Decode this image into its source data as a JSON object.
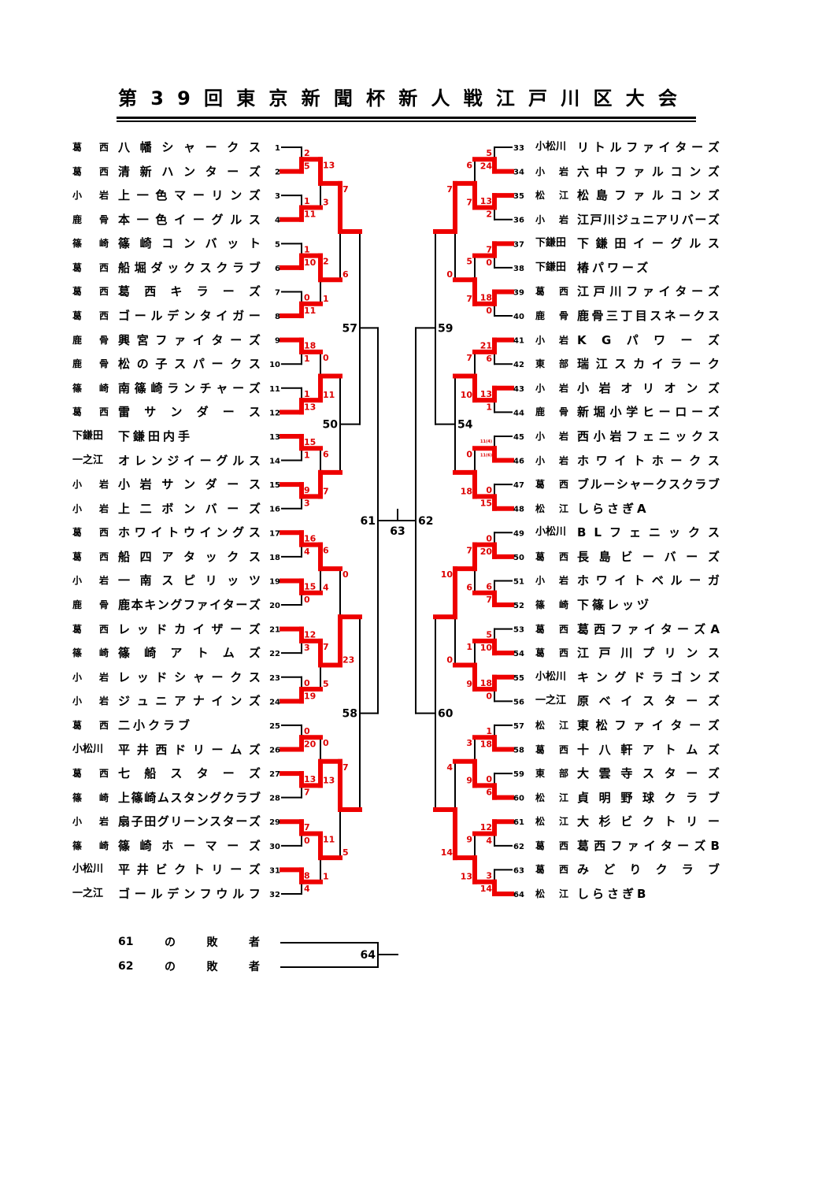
{
  "title": "第39回東京新聞杯新人戦江戸川区大会",
  "colors": {
    "win": "#ee0000",
    "line": "#000000",
    "score": "#dd0000"
  },
  "left": {
    "teams": [
      {
        "no": "1",
        "region": "葛西",
        "name": "八幡シャークス"
      },
      {
        "no": "2",
        "region": "葛西",
        "name": "清新ハンターズ"
      },
      {
        "no": "3",
        "region": "小岩",
        "name": "上一色マーリンズ"
      },
      {
        "no": "4",
        "region": "鹿骨",
        "name": "本一色イーグルス"
      },
      {
        "no": "5",
        "region": "篠崎",
        "name": "篠崎コンバット"
      },
      {
        "no": "6",
        "region": "葛西",
        "name": "船堀ダックスクラブ"
      },
      {
        "no": "7",
        "region": "葛西",
        "name": "葛西キラーズ"
      },
      {
        "no": "8",
        "region": "葛西",
        "name": "ゴールデンタイガー"
      },
      {
        "no": "9",
        "region": "鹿骨",
        "name": "興宮ファイターズ"
      },
      {
        "no": "10",
        "region": "鹿骨",
        "name": "松の子スパークス"
      },
      {
        "no": "11",
        "region": "篠崎",
        "name": "南篠崎ランチャーズ"
      },
      {
        "no": "12",
        "region": "葛西",
        "name": "雷サンダース"
      },
      {
        "no": "13",
        "region": "下鎌田",
        "name": "下鎌田内手"
      },
      {
        "no": "14",
        "region": "一之江",
        "name": "オレンジイーグルス"
      },
      {
        "no": "15",
        "region": "小岩",
        "name": "小岩サンダース"
      },
      {
        "no": "16",
        "region": "小岩",
        "name": "上二ボンバーズ"
      },
      {
        "no": "17",
        "region": "葛西",
        "name": "ホワイトウイングス"
      },
      {
        "no": "18",
        "region": "葛西",
        "name": "船四アタックス"
      },
      {
        "no": "19",
        "region": "小岩",
        "name": "一南スピリッツ"
      },
      {
        "no": "20",
        "region": "鹿骨",
        "name": "鹿本キングファイターズ"
      },
      {
        "no": "21",
        "region": "葛西",
        "name": "レッドカイザーズ"
      },
      {
        "no": "22",
        "region": "篠崎",
        "name": "篠崎アトムズ"
      },
      {
        "no": "23",
        "region": "小岩",
        "name": "レッドシャークス"
      },
      {
        "no": "24",
        "region": "小岩",
        "name": "ジュニアナインズ"
      },
      {
        "no": "25",
        "region": "葛西",
        "name": "二小クラブ"
      },
      {
        "no": "26",
        "region": "小松川",
        "name": "平井西ドリームズ"
      },
      {
        "no": "27",
        "region": "葛西",
        "name": "七船スターズ"
      },
      {
        "no": "28",
        "region": "篠崎",
        "name": "上篠崎ムスタングクラブ"
      },
      {
        "no": "29",
        "region": "小岩",
        "name": "扇子田グリーンスターズ"
      },
      {
        "no": "30",
        "region": "篠崎",
        "name": "篠崎ホーマーズ"
      },
      {
        "no": "31",
        "region": "小松川",
        "name": "平井ビクトリーズ"
      },
      {
        "no": "32",
        "region": "一之江",
        "name": "ゴールデンフウルフ"
      }
    ],
    "rounds": [
      [
        {
          "s": [
            "2",
            "5"
          ],
          "w": 1
        },
        {
          "s": [
            "1",
            "11"
          ],
          "w": 1
        },
        {
          "s": [
            "1",
            "10"
          ],
          "w": 1
        },
        {
          "s": [
            "0",
            "11"
          ],
          "w": 1
        },
        {
          "s": [
            "18",
            "1"
          ],
          "w": 0
        },
        {
          "s": [
            "1",
            "13"
          ],
          "w": 1
        },
        {
          "s": [
            "15",
            "1"
          ],
          "w": 0
        },
        {
          "s": [
            "9",
            "3"
          ],
          "w": 0
        },
        {
          "s": [
            "16",
            "4"
          ],
          "w": 0
        },
        {
          "s": [
            "15",
            "0"
          ],
          "w": 0
        },
        {
          "s": [
            "12",
            "3"
          ],
          "w": 0
        },
        {
          "s": [
            "0",
            "19"
          ],
          "w": 1
        },
        {
          "s": [
            "0",
            "20"
          ],
          "w": 1
        },
        {
          "s": [
            "13",
            "7"
          ],
          "w": 0
        },
        {
          "s": [
            "7",
            "0"
          ],
          "w": 0
        },
        {
          "s": [
            "8",
            "4"
          ],
          "w": 0
        }
      ],
      [
        {
          "s": [
            "13",
            "3"
          ],
          "w": 0
        },
        {
          "s": [
            "2",
            "1"
          ],
          "w": 0
        },
        {
          "s": [
            "0",
            "11"
          ],
          "w": 1
        },
        {
          "s": [
            "6",
            "7"
          ],
          "w": 1
        },
        {
          "s": [
            "6",
            "4"
          ],
          "w": 0
        },
        {
          "s": [
            "7",
            "5"
          ],
          "w": 0
        },
        {
          "s": [
            "0",
            "13"
          ],
          "w": 1
        },
        {
          "s": [
            "11",
            "1"
          ],
          "w": 0
        }
      ],
      [
        {
          "s": [
            "7",
            "6"
          ],
          "w": 0
        },
        {
          "label": "50",
          "w": null
        },
        {
          "s": [
            "0",
            "23"
          ],
          "w": 1
        },
        {
          "s": [
            "7",
            "5"
          ],
          "w": 0
        }
      ],
      [
        {
          "label": "57",
          "w": null
        },
        {
          "label": "58",
          "w": null
        }
      ],
      [
        {
          "label": "61",
          "w": null
        }
      ]
    ]
  },
  "right": {
    "teams": [
      {
        "no": "33",
        "region": "小松川",
        "name": "リトルファイターズ"
      },
      {
        "no": "34",
        "region": "小岩",
        "name": "六中ファルコンズ"
      },
      {
        "no": "35",
        "region": "松江",
        "name": "松島ファルコンズ"
      },
      {
        "no": "36",
        "region": "小岩",
        "name": "江戸川ジュニアリバーズ"
      },
      {
        "no": "37",
        "region": "下鎌田",
        "name": "下鎌田イーグルス"
      },
      {
        "no": "38",
        "region": "下鎌田",
        "name": "椿パワーズ"
      },
      {
        "no": "39",
        "region": "葛西",
        "name": "江戸川ファイターズ"
      },
      {
        "no": "40",
        "region": "鹿骨",
        "name": "鹿骨三丁目スネークス"
      },
      {
        "no": "41",
        "region": "小岩",
        "name": "KGパワーズ"
      },
      {
        "no": "42",
        "region": "東部",
        "name": "瑞江スカイラーク"
      },
      {
        "no": "43",
        "region": "小岩",
        "name": "小岩オリオンズ"
      },
      {
        "no": "44",
        "region": "鹿骨",
        "name": "新堀小学ヒーローズ"
      },
      {
        "no": "45",
        "region": "小岩",
        "name": "西小岩フェニックス"
      },
      {
        "no": "46",
        "region": "小岩",
        "name": "ホワイトホークス"
      },
      {
        "no": "47",
        "region": "葛西",
        "name": "ブルーシャークスクラブ"
      },
      {
        "no": "48",
        "region": "松江",
        "name": "しらさぎA"
      },
      {
        "no": "49",
        "region": "小松川",
        "name": "BLフェニックス"
      },
      {
        "no": "50",
        "region": "葛西",
        "name": "長島ビーバーズ"
      },
      {
        "no": "51",
        "region": "小岩",
        "name": "ホワイトベルーガ"
      },
      {
        "no": "52",
        "region": "篠崎",
        "name": "下篠レッヅ"
      },
      {
        "no": "53",
        "region": "葛西",
        "name": "葛西ファイターズA"
      },
      {
        "no": "54",
        "region": "葛西",
        "name": "江戸川プリンス"
      },
      {
        "no": "55",
        "region": "小松川",
        "name": "キングドラゴンズ"
      },
      {
        "no": "56",
        "region": "一之江",
        "name": "原ベイスターズ"
      },
      {
        "no": "57",
        "region": "松江",
        "name": "東松ファイターズ"
      },
      {
        "no": "58",
        "region": "葛西",
        "name": "十八軒アトムズ"
      },
      {
        "no": "59",
        "region": "東部",
        "name": "大雲寺スターズ"
      },
      {
        "no": "60",
        "region": "松江",
        "name": "貞明野球クラブ"
      },
      {
        "no": "61",
        "region": "松江",
        "name": "大杉ビクトリー"
      },
      {
        "no": "62",
        "region": "葛西",
        "name": "葛西ファイターズB"
      },
      {
        "no": "63",
        "region": "葛西",
        "name": "みどりクラブ"
      },
      {
        "no": "64",
        "region": "松江",
        "name": "しらさぎB"
      }
    ],
    "rounds": [
      [
        {
          "s": [
            "5",
            "24"
          ],
          "w": 1
        },
        {
          "s": [
            "13",
            "2"
          ],
          "w": 0
        },
        {
          "s": [
            "7",
            "0"
          ],
          "w": 0
        },
        {
          "s": [
            "18",
            "0"
          ],
          "w": 0
        },
        {
          "s": [
            "21",
            "6"
          ],
          "w": 0
        },
        {
          "s": [
            "13",
            "1"
          ],
          "w": 0
        },
        {
          "s": [
            "11(4)",
            "11(6)"
          ],
          "w": 1
        },
        {
          "s": [
            "0",
            "15"
          ],
          "w": 1
        },
        {
          "s": [
            "0",
            "20"
          ],
          "w": 1
        },
        {
          "s": [
            "6",
            "7"
          ],
          "w": 1
        },
        {
          "s": [
            "5",
            "10"
          ],
          "w": 1
        },
        {
          "s": [
            "18",
            "0"
          ],
          "w": 0
        },
        {
          "s": [
            "1",
            "18"
          ],
          "w": 1
        },
        {
          "s": [
            "0",
            "6"
          ],
          "w": 1
        },
        {
          "s": [
            "12",
            "4"
          ],
          "w": 0
        },
        {
          "s": [
            "3",
            "14"
          ],
          "w": 1
        }
      ],
      [
        {
          "s": [
            "6",
            "7"
          ],
          "w": 1
        },
        {
          "s": [
            "5",
            "7"
          ],
          "w": 1
        },
        {
          "s": [
            "7",
            "10"
          ],
          "w": 1
        },
        {
          "s": [
            "0",
            "18"
          ],
          "w": 1
        },
        {
          "s": [
            "7",
            "6"
          ],
          "w": 0
        },
        {
          "s": [
            "1",
            "9"
          ],
          "w": 1
        },
        {
          "s": [
            "3",
            "9"
          ],
          "w": 1
        },
        {
          "s": [
            "9",
            "13"
          ],
          "w": 1
        }
      ],
      [
        {
          "s": [
            "7",
            "0"
          ],
          "w": 0
        },
        {
          "label": "54",
          "w": null
        },
        {
          "s": [
            "10",
            "0"
          ],
          "w": 0
        },
        {
          "s": [
            "4",
            "14"
          ],
          "w": 1
        }
      ],
      [
        {
          "label": "59",
          "w": null
        },
        {
          "label": "60",
          "w": null
        }
      ],
      [
        {
          "label": "62",
          "w": null
        }
      ]
    ]
  },
  "final": {
    "label": "63"
  },
  "third_place": {
    "label": "64",
    "entries": [
      "61 の 敗 者",
      "62 の 敗 者"
    ]
  }
}
